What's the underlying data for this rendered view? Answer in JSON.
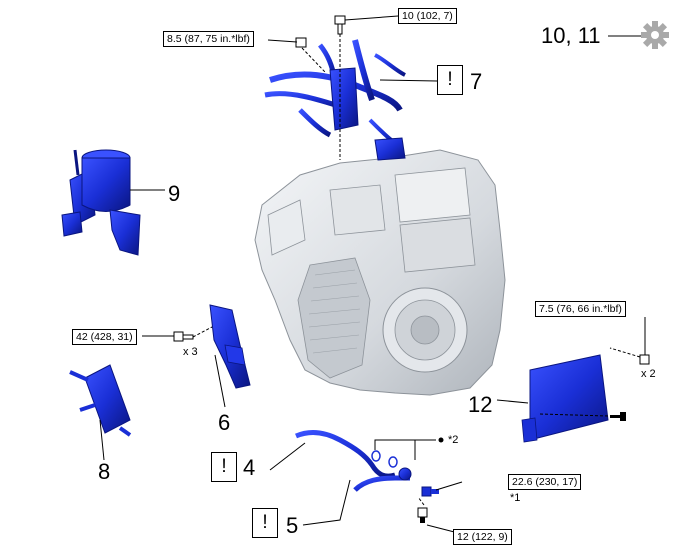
{
  "torques": {
    "t_top": "10 (102, 7)",
    "t_upper_left": "8.5 (87, 75 in.*lbf)",
    "t_mid_left": "42 (428, 31)",
    "t_right": "7.5 (76, 66 in.*lbf)",
    "t_lower_right": "22.6 (230, 17)",
    "t_bottom": "12 (122, 9)"
  },
  "callouts": {
    "n7": "7",
    "n9": "9",
    "n6": "6",
    "n8": "8",
    "n4": "4",
    "n5": "5",
    "n12": "12",
    "n1011": "10, 11"
  },
  "notes": {
    "x3": "x 3",
    "x2": "x 2",
    "star2": "*2",
    "star1": "*1"
  },
  "warn_symbol": "!",
  "icons": {
    "gear": "gear-icon"
  },
  "colors": {
    "part_blue": "#1a2fd6",
    "part_dark": "#0a1580",
    "transaxle_grey": "#d9dde2",
    "line": "#000000"
  }
}
